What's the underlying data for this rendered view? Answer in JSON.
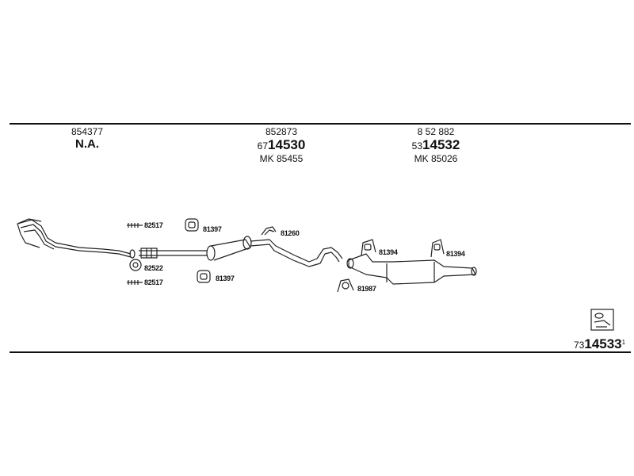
{
  "header": {
    "col1": {
      "oe": "854377",
      "main": "N.A."
    },
    "col2": {
      "oe": "852873",
      "prefix": "67",
      "main": "14530",
      "mk": "MK 85455"
    },
    "col3": {
      "oe": "8 52 882",
      "prefix": "53",
      "main": "14532",
      "mk": "MK 85026"
    }
  },
  "parts": [
    {
      "id": "82517",
      "label": "82517"
    },
    {
      "id": "81397a",
      "label": "81397"
    },
    {
      "id": "81260",
      "label": "81260"
    },
    {
      "id": "81394a",
      "label": "81394"
    },
    {
      "id": "81394b",
      "label": "81394"
    },
    {
      "id": "82522",
      "label": "82522"
    },
    {
      "id": "82517b",
      "label": "82517"
    },
    {
      "id": "81397b",
      "label": "81397"
    },
    {
      "id": "81987",
      "label": "81987"
    }
  ],
  "footer": {
    "prefix": "73",
    "main": "14533",
    "suffix": "1"
  },
  "icons": {
    "footer": "exhaust-kit-icon"
  }
}
